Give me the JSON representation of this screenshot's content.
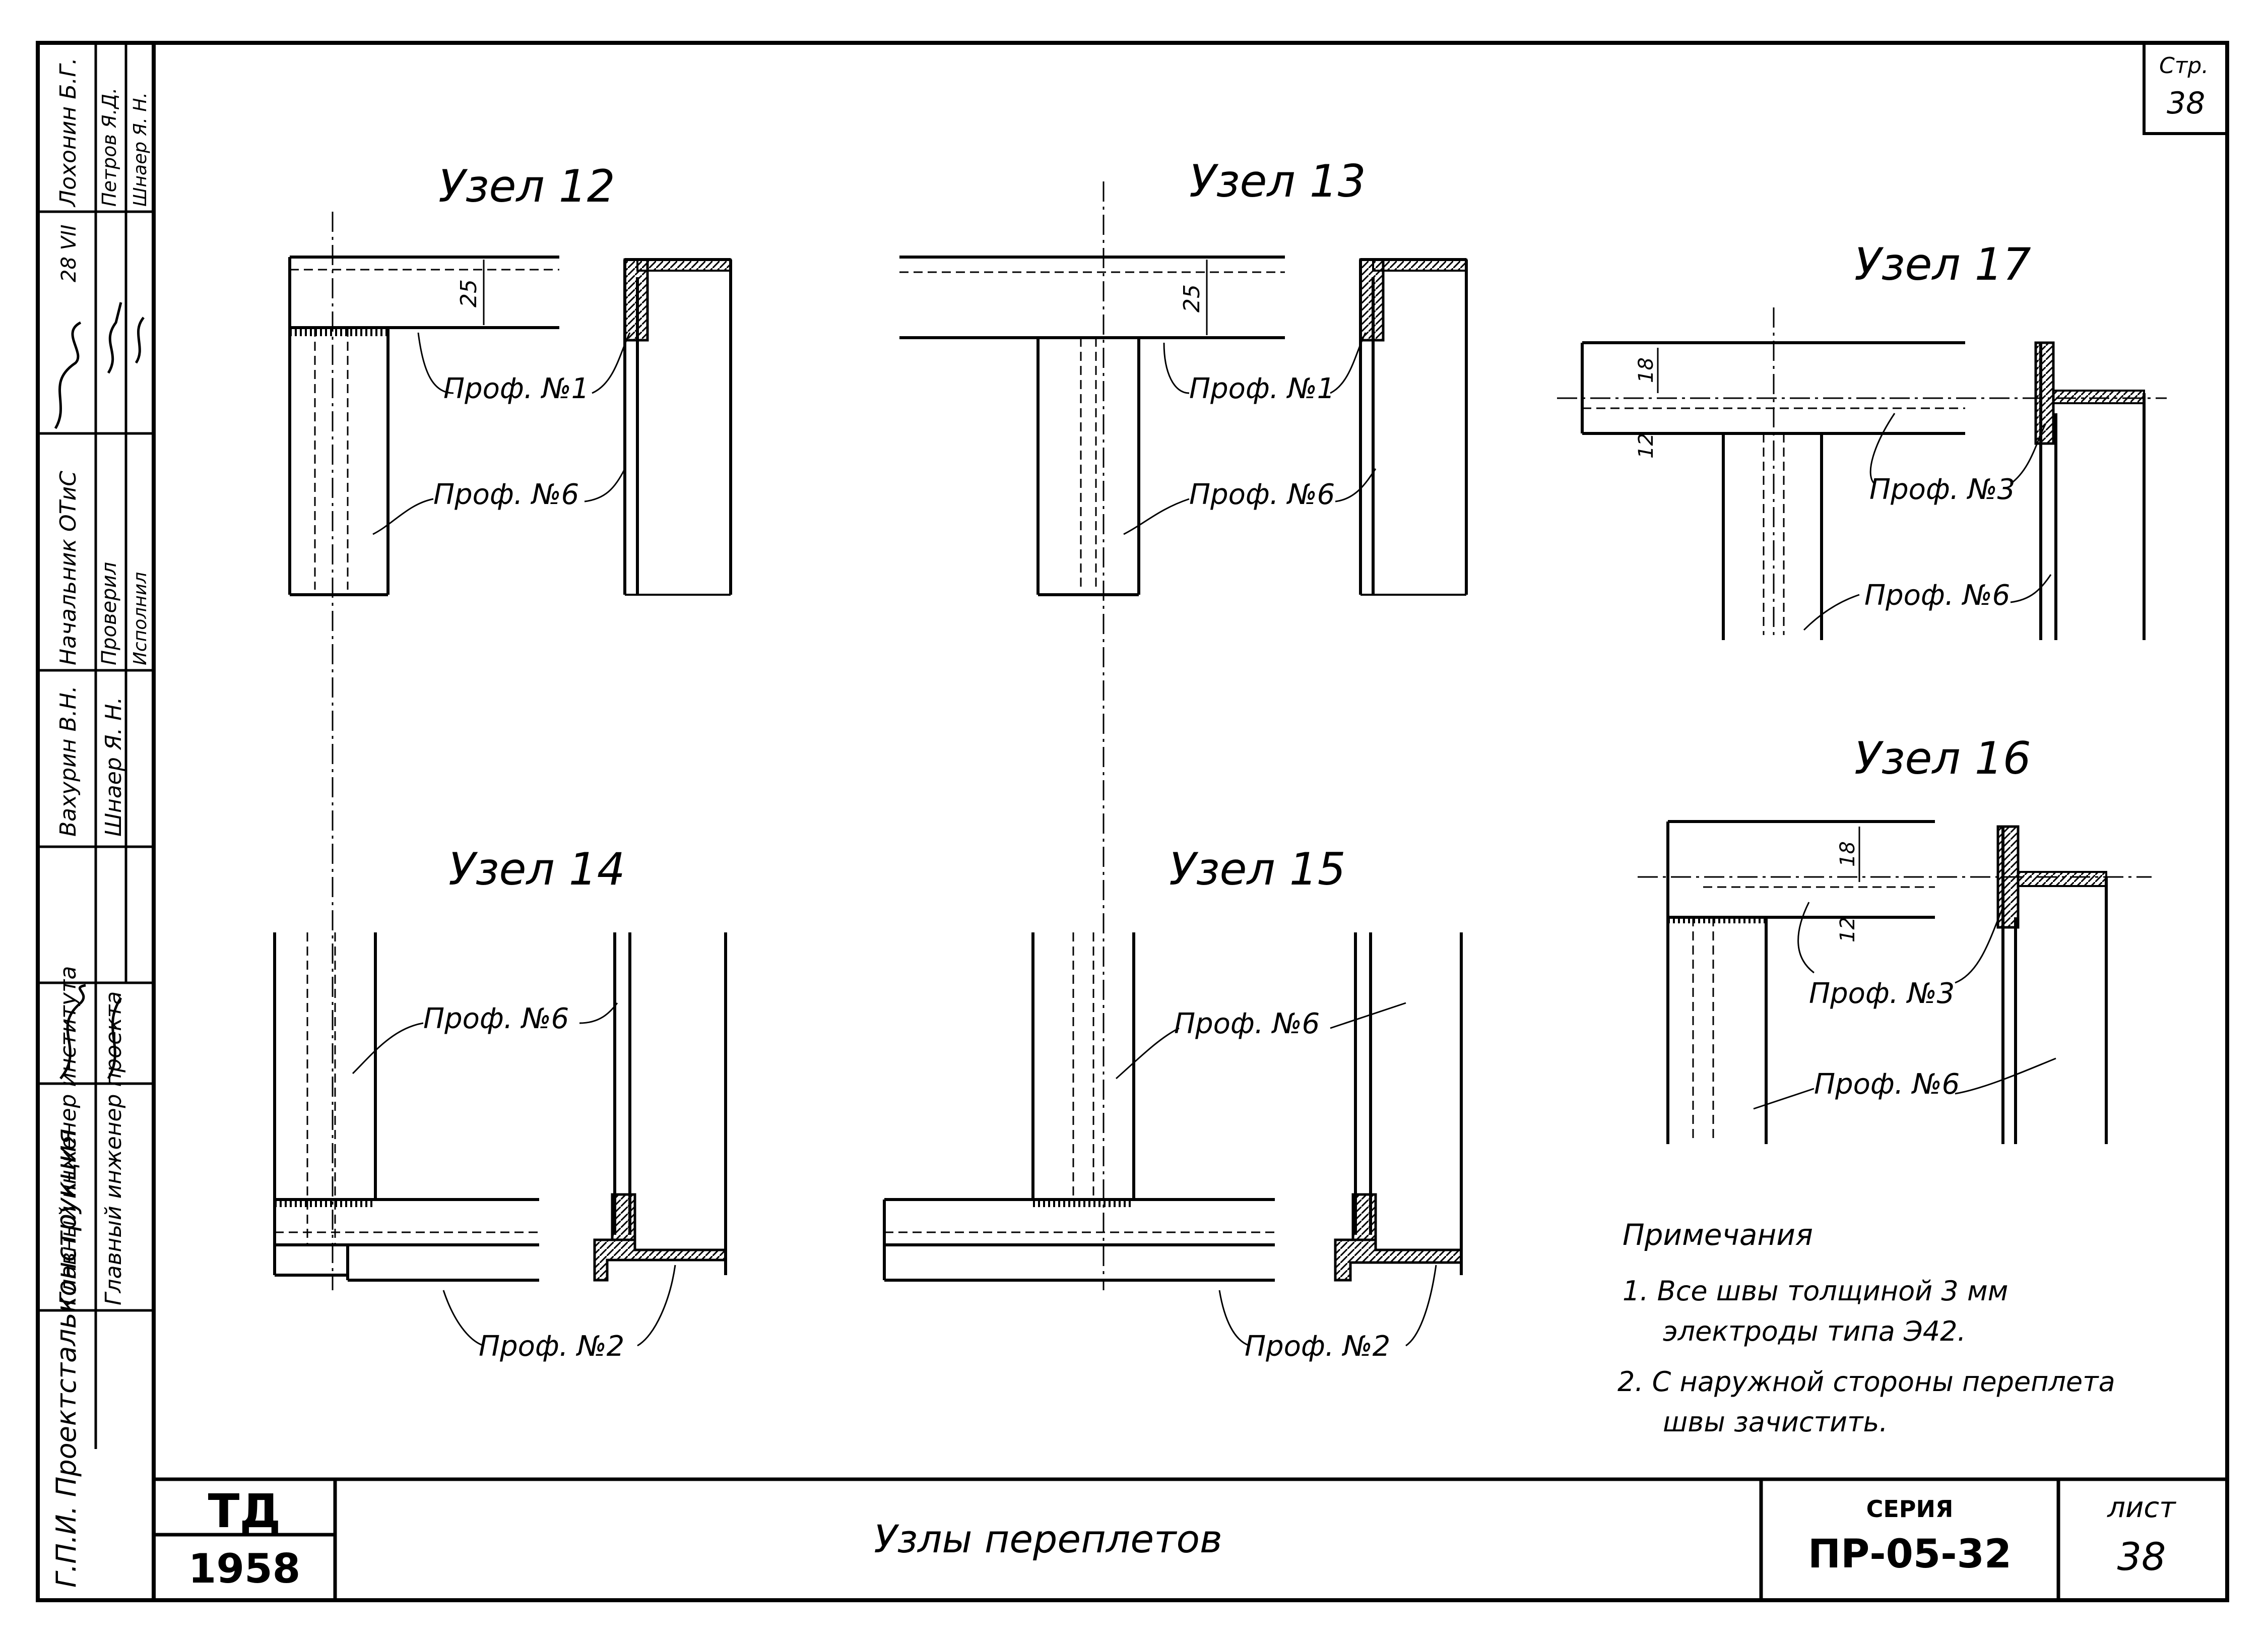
{
  "page": {
    "label": "Стр.",
    "number": "38"
  },
  "nodes": {
    "n12": "Узел 12",
    "n13": "Узел 13",
    "n14": "Узел 14",
    "n15": "Узел 15",
    "n16": "Узел 16",
    "n17": "Узел 17"
  },
  "profiles": {
    "p1": "Проф. №1",
    "p2": "Проф. №2",
    "p3": "Проф. №3",
    "p6": "Проф. №6"
  },
  "dimensions": {
    "d25": "25",
    "d18": "18",
    "d12": "12"
  },
  "notes": {
    "heading": "Примечания",
    "n1_line1": "1.  Все швы толщиной 3 мм",
    "n1_line2": "электроды типа Э42.",
    "n2_line1": "2.  С наружной стороны переплета",
    "n2_line2": "швы зачистить."
  },
  "title_block": {
    "logo": "ТД",
    "year": "1958",
    "title": "Узлы переплетов",
    "series_label": "СЕРИЯ",
    "series_code": "ПР-05-32",
    "sheet_label": "лист",
    "sheet_number": "38"
  },
  "side_stamp": {
    "org": "Г.П.И. Проектстальконструкция",
    "roles": [
      "Главный инженер института",
      "Главный инженер проекта",
      "Начальник ОТиС",
      "Проверил",
      "Исполнил"
    ],
    "names": [
      "Вахурин В.Н.",
      "Шнаер Я. Н.",
      "Лохонин Б.Г.",
      "Петров Я.Д.",
      "Шнаер Я. Н."
    ],
    "date": "28 VII"
  }
}
